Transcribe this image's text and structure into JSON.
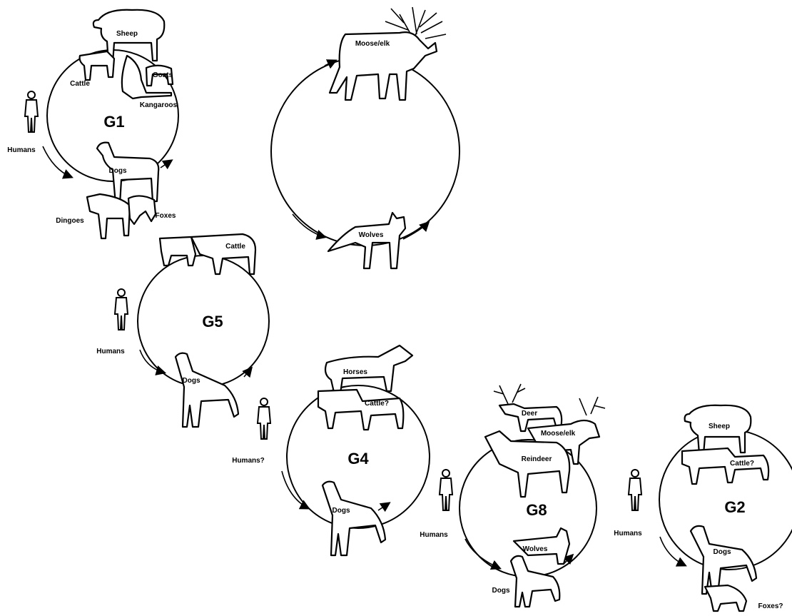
{
  "cycles": [
    {
      "id": "G1",
      "label": "G1",
      "animals": [
        "Sheep",
        "Cattle",
        "Goats",
        "Kangaroos",
        "Dogs",
        "Dingoes",
        "Foxes"
      ],
      "human_label": "Humans"
    },
    {
      "id": "moose",
      "label": "",
      "animals": [
        "Moose/elk",
        "Wolves"
      ]
    },
    {
      "id": "G5",
      "label": "G5",
      "animals": [
        "Cattle",
        "Dogs"
      ],
      "human_label": "Humans"
    },
    {
      "id": "G4",
      "label": "G4",
      "animals": [
        "Horses",
        "Cattle?",
        "Dogs"
      ],
      "human_label": "Humans?"
    },
    {
      "id": "G8",
      "label": "G8",
      "animals": [
        "Deer",
        "Moose/elk",
        "Reindeer",
        "Wolves",
        "Dogs"
      ],
      "human_label": "Humans"
    },
    {
      "id": "G2",
      "label": "G2",
      "animals": [
        "Sheep",
        "Cattle?",
        "Dogs",
        "Foxes?"
      ],
      "human_label": "Humans"
    }
  ]
}
